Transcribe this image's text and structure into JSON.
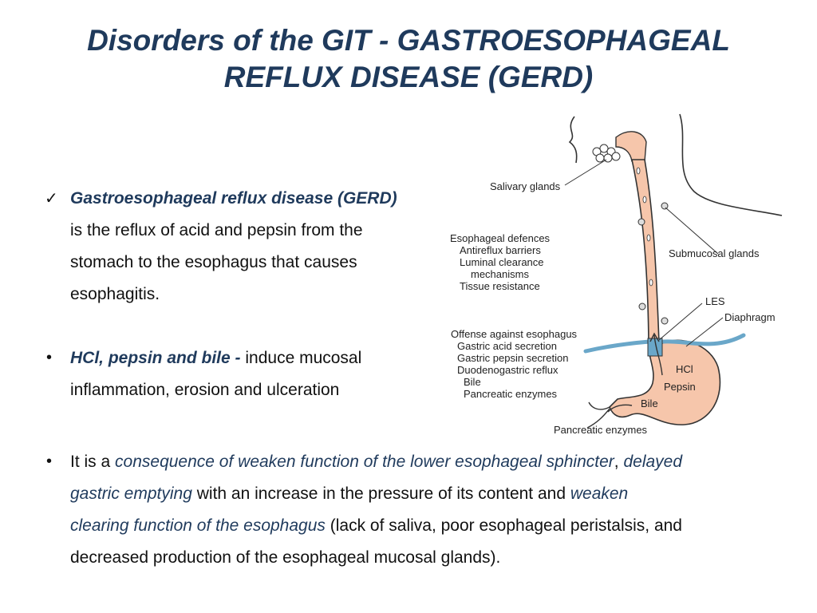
{
  "slide": {
    "title_line1": "Disorders of the GIT -  GASTROESOPHAGEAL",
    "title_line2": "REFLUX DISEASE (GERD)"
  },
  "bullet1": {
    "marker": "✓",
    "term": "Gastroesophageal reflux disease (GERD)",
    "lines": [
      "is the reflux of acid and pepsin from the",
      "stomach to the esophagus that causes",
      "esophagitis."
    ]
  },
  "bullet2": {
    "marker": "•",
    "term": "HCl,  pepsin  and bile -",
    "rest1": " induce mucosal",
    "line2": "inflammation, erosion and ulceration"
  },
  "bullet3": {
    "marker": "•",
    "l1_a": "It is a ",
    "l1_b": "consequence of weaken function of the lower esophageal sphincter",
    "l1_c": ", ",
    "l1_d": "delayed",
    "l2_a": "gastric emptying",
    "l2_b": " with an increase in the pressure of its content and ",
    "l2_c": "weaken",
    "l3_a": "clearing function of the esophagus",
    "l3_b": " (lack of saliva, poor esophageal peristalsis, and",
    "l4": "decreased production of the esophageal mucosal glands)."
  },
  "diagram": {
    "labels": {
      "salivary": "Salivary glands",
      "defences_title": "Esophageal defences",
      "defences": [
        "Antireflux barriers",
        "Luminal clearance",
        "mechanisms",
        "Tissue resistance"
      ],
      "submucosal": "Submucosal glands",
      "les": "LES",
      "diaphragm": "Diaphragm",
      "offense_title": "Offense against esophagus",
      "offense": [
        "Gastric acid secretion",
        "Gastric pepsin secretion",
        "Duodenogastric reflux",
        "Bile",
        "Pancreatic enzymes"
      ],
      "hcl": "HCl",
      "pepsin": "Pepsin",
      "bile": "Bile",
      "pancreatic": "Pancreatic enzymes"
    },
    "colors": {
      "tissue": "#f6c6ab",
      "outline": "#333333",
      "diaphragm": "#6aa7c9"
    }
  }
}
